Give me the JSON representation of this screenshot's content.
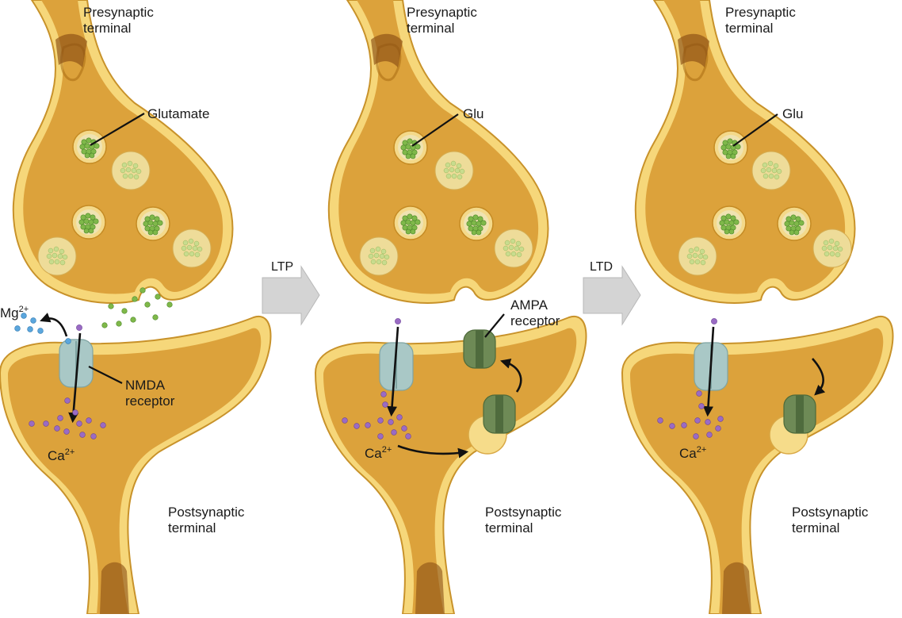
{
  "panels": [
    {
      "presynaptic_label": [
        "Presynaptic",
        "terminal"
      ],
      "postsynaptic_label": [
        "Postsynaptic",
        "terminal"
      ],
      "vesicle_label": "Glutamate",
      "mg_label": "Mg",
      "mg_charge": "2+",
      "nmda_label": [
        "NMDA",
        "receptor"
      ],
      "ca_label": "Ca",
      "ca_charge": "2+"
    },
    {
      "presynaptic_label": [
        "Presynaptic",
        "terminal"
      ],
      "postsynaptic_label": [
        "Postsynaptic",
        "terminal"
      ],
      "vesicle_label": "Glu",
      "ampa_label": [
        "AMPA",
        "receptor"
      ],
      "ca_label": "Ca",
      "ca_charge": "2+"
    },
    {
      "presynaptic_label": [
        "Presynaptic",
        "terminal"
      ],
      "postsynaptic_label": [
        "Postsynaptic",
        "terminal"
      ],
      "vesicle_label": "Glu",
      "ca_label": "Ca",
      "ca_charge": "2+"
    }
  ],
  "transitions": [
    {
      "label": "LTP"
    },
    {
      "label": "LTD"
    }
  ],
  "colors": {
    "terminal_fill": "#dca23b",
    "terminal_outline": "#f6d77a",
    "glutamate": "#7fb84a",
    "calcium": "#9a6bc4",
    "magnesium": "#5ba6dd",
    "nmda_receptor": "#a9c8c6",
    "ampa_receptor": "#6e8a56"
  }
}
